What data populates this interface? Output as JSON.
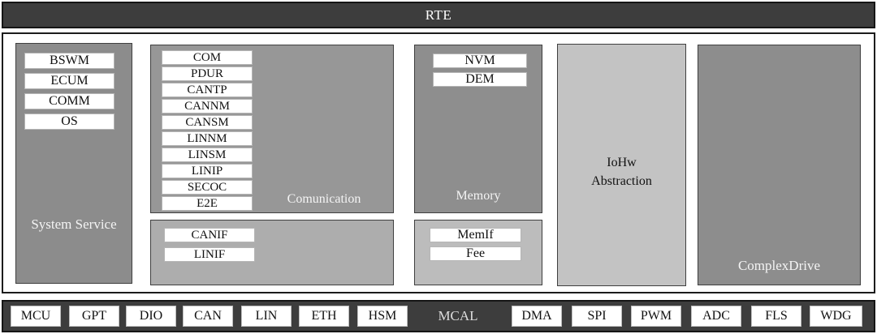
{
  "rte": {
    "label": "RTE"
  },
  "system_service": {
    "label": "System Service",
    "modules": [
      "BSWM",
      "ECUM",
      "COMM",
      "OS"
    ]
  },
  "communication": {
    "label": "Comunication",
    "modules": [
      "COM",
      "PDUR",
      "CANTP",
      "CANNM",
      "CANSM",
      "LINNM",
      "LINSM",
      "LINIP",
      "SECOC",
      "E2E"
    ],
    "interfaces": [
      "CANIF",
      "LINIF"
    ]
  },
  "memory": {
    "label": "Memory",
    "modules": [
      "NVM",
      "DEM"
    ],
    "interfaces": [
      "MemIf",
      "Fee"
    ]
  },
  "iohw": {
    "line1": "IoHw",
    "line2": "Abstraction"
  },
  "complex_drive": {
    "label": "ComplexDrive"
  },
  "mcal": {
    "label": "MCAL",
    "left_modules": [
      "MCU",
      "GPT",
      "DIO",
      "CAN",
      "LIN",
      "ETH",
      "HSM"
    ],
    "right_modules": [
      "DMA",
      "SPI",
      "PWM",
      "ADC",
      "FLS",
      "WDG"
    ]
  },
  "colors": {
    "dark_bar": "#3d3d3d",
    "system_service_gray": "#8c8c8c",
    "communication_gray": "#979797",
    "comm_interface_gray": "#adadad",
    "memory_gray": "#8e8e8e",
    "memory_interface_gray": "#bcbcbc",
    "iohw_gray": "#c3c3c3",
    "complex_drive_gray": "#8d8d8d",
    "module_box_white": "#ffffff",
    "text_dark": "#111111",
    "text_light": "#ffffff"
  }
}
